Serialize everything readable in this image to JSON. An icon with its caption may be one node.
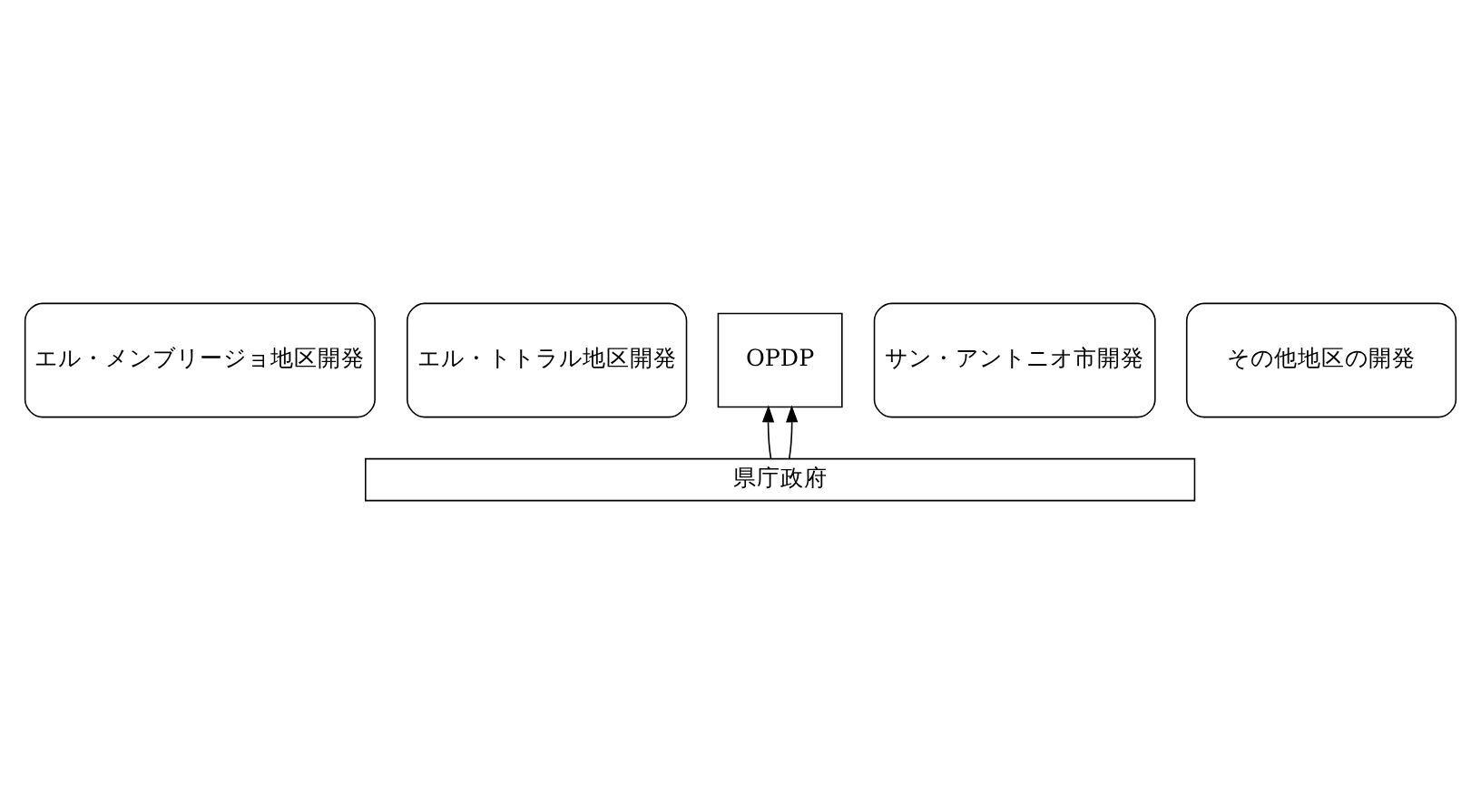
{
  "diagram": {
    "nodes": [
      {
        "text": [
          "エル・メンブリージョ地区開発"
        ]
      },
      {
        "text": [
          "エル・トトラル地区開発"
        ]
      },
      {
        "text": [
          "OPDP"
        ]
      },
      {
        "text": [
          "サン・アントニオ市開発"
        ]
      },
      {
        "text": [
          "その他地区の開発"
        ]
      },
      {
        "text": [
          "県庁政府"
        ]
      }
    ],
    "edges": [
      {
        "from": 5,
        "to": 2,
        "arrow": "to"
      },
      {
        "from": 5,
        "to": 2,
        "arrow": "to"
      }
    ]
  }
}
